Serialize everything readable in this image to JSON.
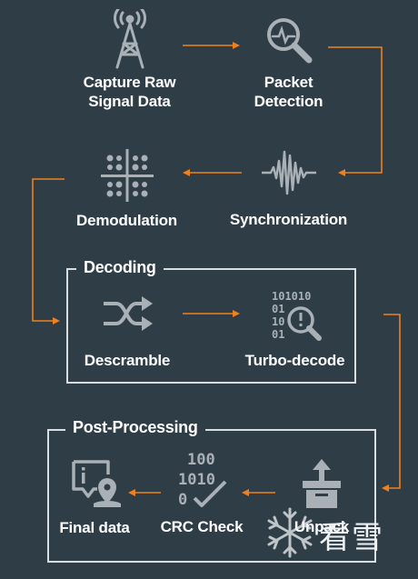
{
  "colors": {
    "background": "#2f3d47",
    "arrow": "#f0811a",
    "icon": "#a9b0b6",
    "text": "#ffffff",
    "border": "#d9dde0"
  },
  "nodes": {
    "capture": {
      "label_line1": "Capture Raw",
      "label_line2": "Signal Data",
      "icon": "antenna-tower-icon"
    },
    "packet": {
      "label_line1": "Packet",
      "label_line2": "Detection",
      "icon": "magnifier-pulse-icon"
    },
    "sync": {
      "label": "Synchronization",
      "icon": "waveform-icon"
    },
    "demod": {
      "label": "Demodulation",
      "icon": "constellation-icon"
    },
    "descramble": {
      "label": "Descramble",
      "icon": "shuffle-icon"
    },
    "turbo": {
      "label": "Turbo-decode",
      "icon": "binary-search-icon"
    },
    "unpack": {
      "label": "Unpack",
      "icon": "open-box-icon"
    },
    "crc": {
      "label": "CRC Check",
      "icon": "binary-check-icon",
      "digits": [
        "100",
        "1010",
        "0"
      ]
    },
    "final": {
      "label": "Final data",
      "icon": "info-location-icon"
    }
  },
  "groups": {
    "decoding": {
      "title": "Decoding"
    },
    "post_processing": {
      "title": "Post-Processing"
    }
  },
  "watermark": {
    "text": "看雪",
    "icon": "snowflake-icon"
  }
}
